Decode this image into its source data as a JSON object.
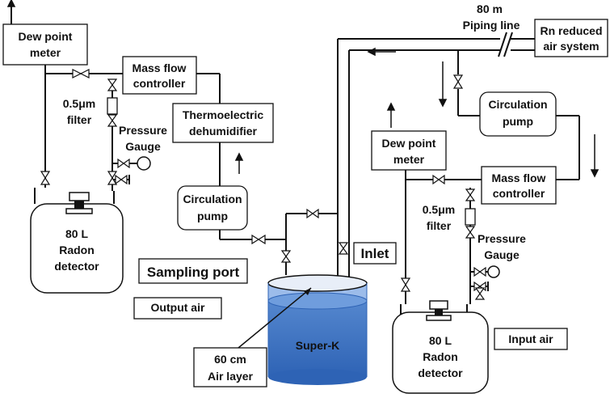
{
  "labels": {
    "dew_point_left_1": "Dew point",
    "dew_point_left_2": "meter",
    "mfc_left_1": "Mass flow",
    "mfc_left_2": "controller",
    "filter_left_1": "0.5μm",
    "filter_left_2": "filter",
    "pressure_left_1": "Pressure",
    "pressure_left_2": "Gauge",
    "thermo_1": "Thermoelectric",
    "thermo_2": "dehumidifier",
    "circ_left_1": "Circulation",
    "circ_left_2": "pump",
    "detector_left_1": "80 L",
    "detector_left_2": "Radon",
    "detector_left_3": "detector",
    "sampling_port": "Sampling port",
    "output_air": "Output air",
    "inlet": "Inlet",
    "superk": "Super-K",
    "air_layer_1": "60 cm",
    "air_layer_2": "Air layer",
    "piping_1": "80 m",
    "piping_2": "Piping line",
    "rn_1": "Rn reduced",
    "rn_2": "air system",
    "circ_right_1": "Circulation",
    "circ_right_2": "pump",
    "dew_point_right_1": "Dew point",
    "dew_point_right_2": "meter",
    "mfc_right_1": "Mass flow",
    "mfc_right_2": "controller",
    "filter_right_1": "0.5μm",
    "filter_right_2": "filter",
    "pressure_right_1": "Pressure",
    "pressure_right_2": "Gauge",
    "detector_right_1": "80 L",
    "detector_right_2": "Radon",
    "detector_right_3": "detector",
    "input_air": "Input air"
  }
}
